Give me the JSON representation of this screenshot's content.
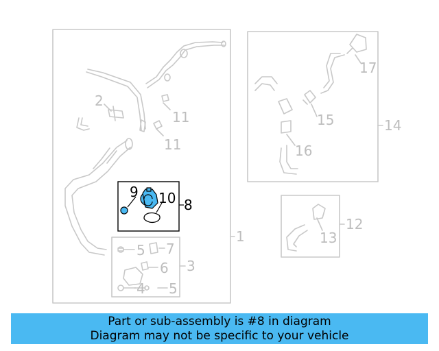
{
  "diagram": {
    "callouts": {
      "n1": "1",
      "n2": "2",
      "n3": "3",
      "n4": "4",
      "n5a": "5",
      "n5b": "5",
      "n6": "6",
      "n7": "7",
      "n8": "8",
      "n9": "9",
      "n10": "10",
      "n11a": "11",
      "n11b": "11",
      "n12": "12",
      "n13": "13",
      "n14": "14",
      "n15": "15",
      "n16": "16",
      "n17": "17"
    },
    "colors": {
      "line": "#c8c8c8",
      "highlight": "#4ab9f2",
      "active": "#000000",
      "banner": "#4ab9f2"
    }
  },
  "banner": {
    "line1": "Part or sub-assembly is #8 in diagram",
    "line2": "Diagram may not be specific to your vehicle"
  }
}
